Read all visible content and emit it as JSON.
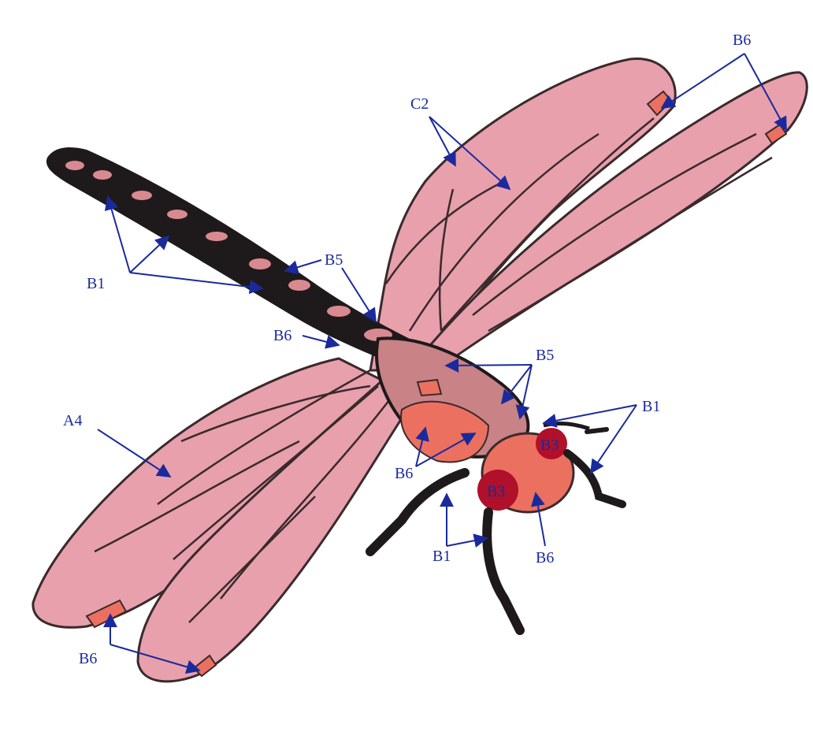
{
  "colors": {
    "wing": "#e8a0ac",
    "vein": "#3a2a2c",
    "body_dark": "#1e1a1c",
    "body_pink": "#d98a90",
    "salmon": "#ec7060",
    "eye": "#b0102a",
    "label": "#1a2a9c",
    "background": "#ffffff"
  },
  "labels": {
    "c2": "C2",
    "b6_top": "B6",
    "b1_left": "B1",
    "b5_upper": "B5",
    "b6_mid": "B6",
    "b5_right": "B5",
    "b1_right": "B1",
    "a4": "A4",
    "b6_wing_base": "B6",
    "b3_upper": "B3",
    "b3_lower": "B3",
    "b1_legs": "B1",
    "b6_head": "B6",
    "b6_bottom": "B6"
  }
}
